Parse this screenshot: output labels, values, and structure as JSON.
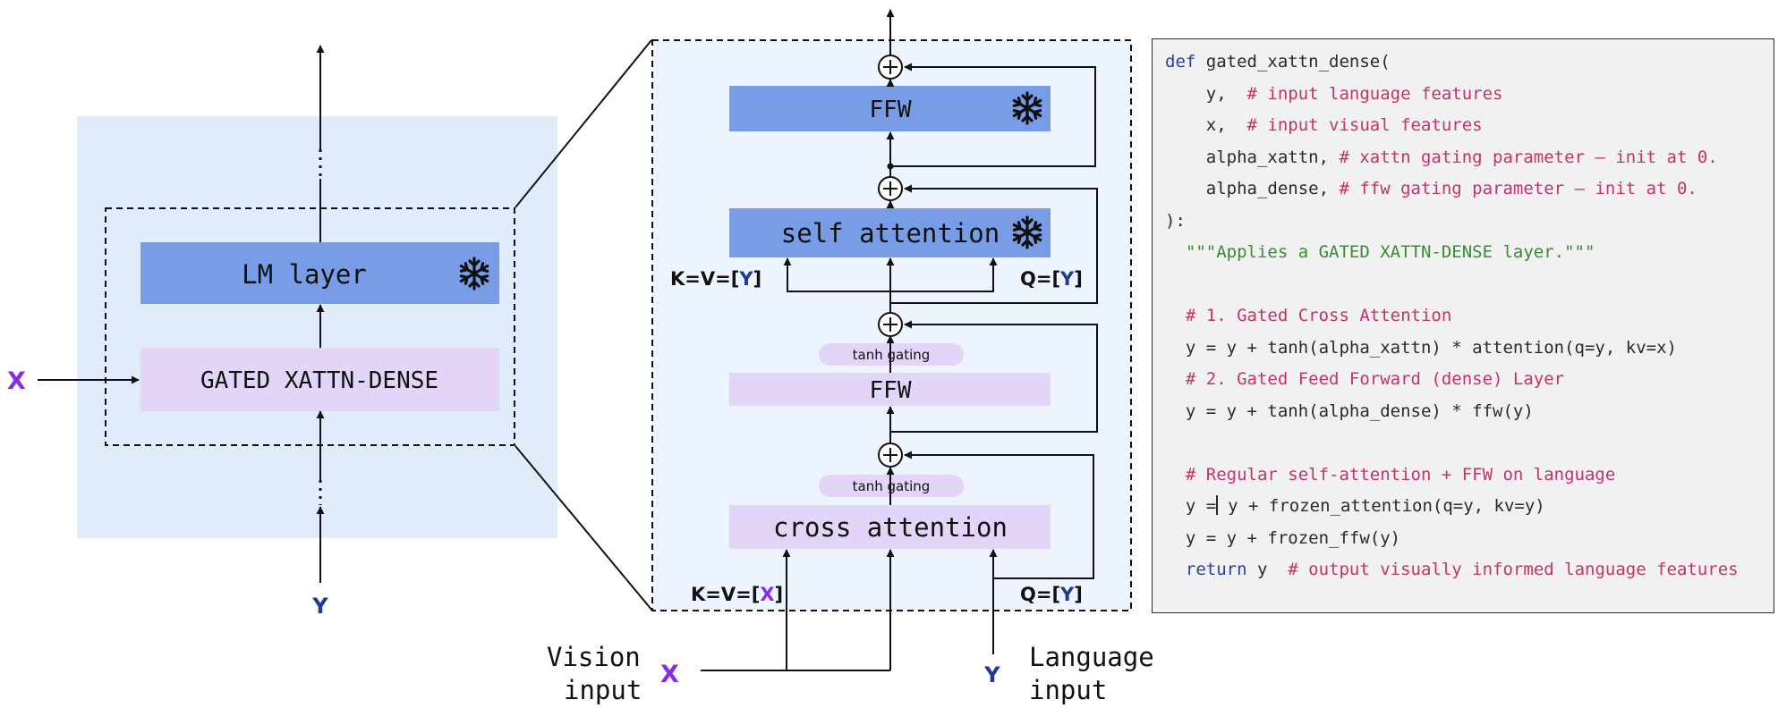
{
  "left_block": {
    "lm_layer": "LM layer",
    "gated_xattn": "GATED XATTN-DENSE",
    "x_label": "X",
    "y_label": "Y"
  },
  "detail_block": {
    "ffw_top": "FFW",
    "self_attention": "self attention",
    "kv_y_prefix": "K=V=[",
    "kv_y_var": "Y",
    "kv_y_suffix": "]",
    "q_y_prefix": "Q=[",
    "q_y_var": "Y",
    "q_y_suffix": "]",
    "tanh_gating_1": "tanh gating",
    "ffw_gated": "FFW",
    "tanh_gating_2": "tanh gating",
    "cross_attention": "cross attention",
    "kv_x_prefix": "K=V=[",
    "kv_x_var": "X",
    "kv_x_suffix": "]",
    "q_y2_prefix": "Q=[",
    "q_y2_var": "Y",
    "q_y2_suffix": "]"
  },
  "inputs": {
    "vision_line1": "Vision",
    "vision_line2": "input",
    "vision_var": "X",
    "language_var": "Y",
    "language_line1": "Language",
    "language_line2": "input"
  },
  "code": {
    "l1_kw": "def",
    "l1_rest": " gated_xattn_dense(",
    "l2_code": "    y,  ",
    "l2_comment": "# input language features",
    "l3_code": "    x,  ",
    "l3_comment": "# input visual features",
    "l4_code": "    alpha_xattn, ",
    "l4_comment": "# xattn gating parameter – init at 0.",
    "l5_code": "    alpha_dense, ",
    "l5_comment": "# ffw gating parameter – init at 0.",
    "l6": "):",
    "l7_doc": "  \"\"\"Applies a GATED XATTN-DENSE layer.\"\"\"",
    "l8_comment": "  # 1. Gated Cross Attention",
    "l9": "  y = y + tanh(alpha_xattn) * attention(q=y, kv=x)",
    "l10_comment": "  # 2. Gated Feed Forward (dense) Layer",
    "l11": "  y = y + tanh(alpha_dense) * ffw(y)",
    "l12_comment": "  # Regular self-attention + FFW on language",
    "l13_a": "  y =",
    "l13_b": " y + frozen_attention(q=y, kv=y)",
    "l14": "  y = y + frozen_ffw(y)",
    "l15_kw": "  return",
    "l15_code": " y  ",
    "l15_comment": "# output visually informed language features"
  },
  "colors": {
    "frozen_block": "#789de6",
    "gated_block": "#e3d5f8",
    "left_panel_bg": "#e1ecfb",
    "detail_bg": "#eef4fd",
    "x_purple": "#8a2be2",
    "y_navy": "#1f3a93",
    "code_bg": "#f1f1f1"
  },
  "icons": [
    "snowflake-icon",
    "plus-circle-icon",
    "arrow-icon"
  ]
}
